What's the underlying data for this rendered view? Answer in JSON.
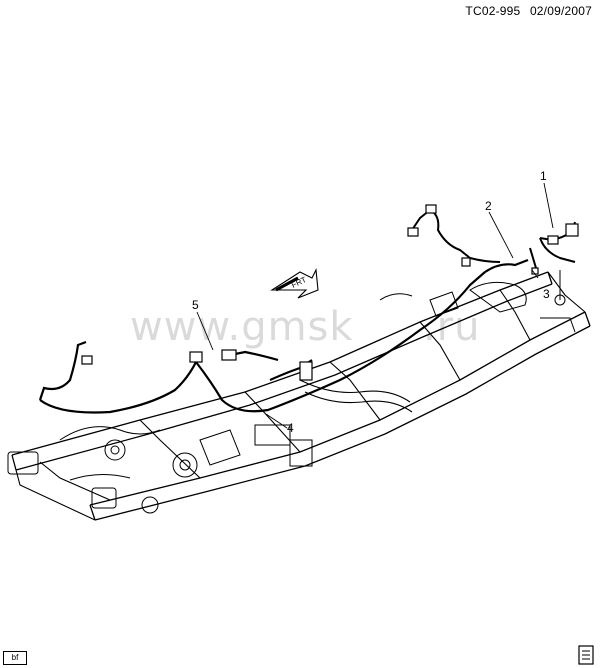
{
  "header": {
    "code": "TC02-995",
    "date": "02/09/2007"
  },
  "callouts": [
    "1",
    "2",
    "3",
    "4",
    "5"
  ],
  "front_label": "FRT",
  "watermark": "www.gmsk",
  "watermark_suffix": ".ru",
  "corner_tag": "bf",
  "colors": {
    "line": "#000000",
    "watermark": "#bdbdbd"
  },
  "icons": [
    "front-arrow-icon",
    "document-icon"
  ]
}
